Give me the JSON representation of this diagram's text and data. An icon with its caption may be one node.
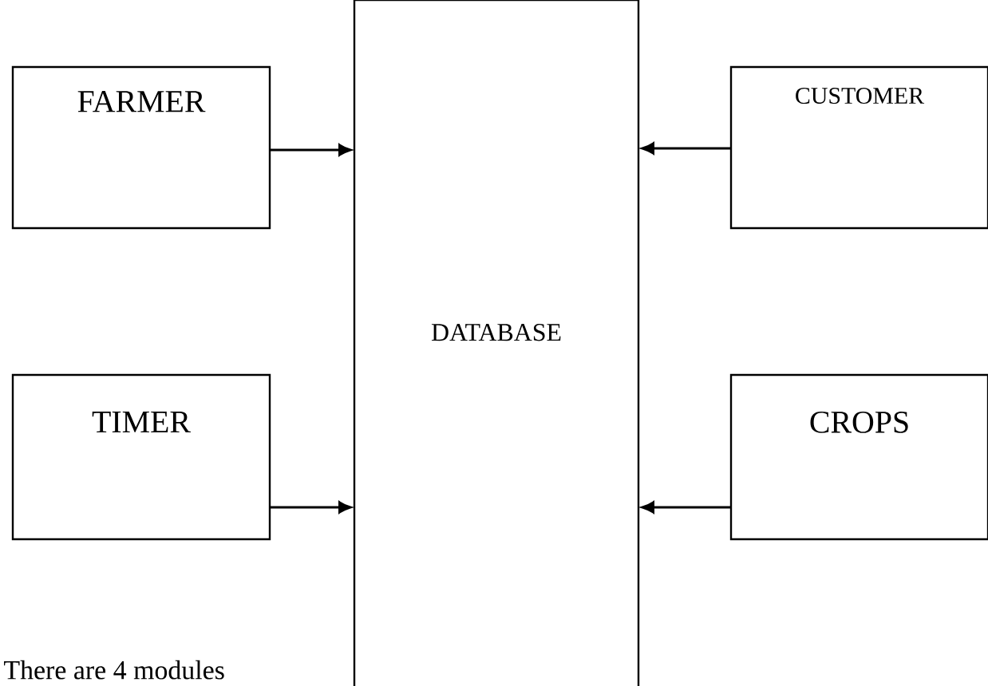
{
  "diagram": {
    "nodes": [
      {
        "text": [
          "FARMER"
        ]
      },
      {
        "text": [
          "DATABASE"
        ]
      },
      {
        "text": [
          "CUSTOMER"
        ]
      },
      {
        "text": [
          "TIMER"
        ]
      },
      {
        "text": [
          "CROPS"
        ]
      }
    ],
    "edges": [
      {
        "from": 0,
        "to": 1,
        "arrow": "to"
      },
      {
        "from": 2,
        "to": 1,
        "arrow": "to"
      },
      {
        "from": 3,
        "to": 1,
        "arrow": "to"
      },
      {
        "from": 4,
        "to": 1,
        "arrow": "to"
      }
    ],
    "labels": [
      "There are 4 modules"
    ]
  }
}
